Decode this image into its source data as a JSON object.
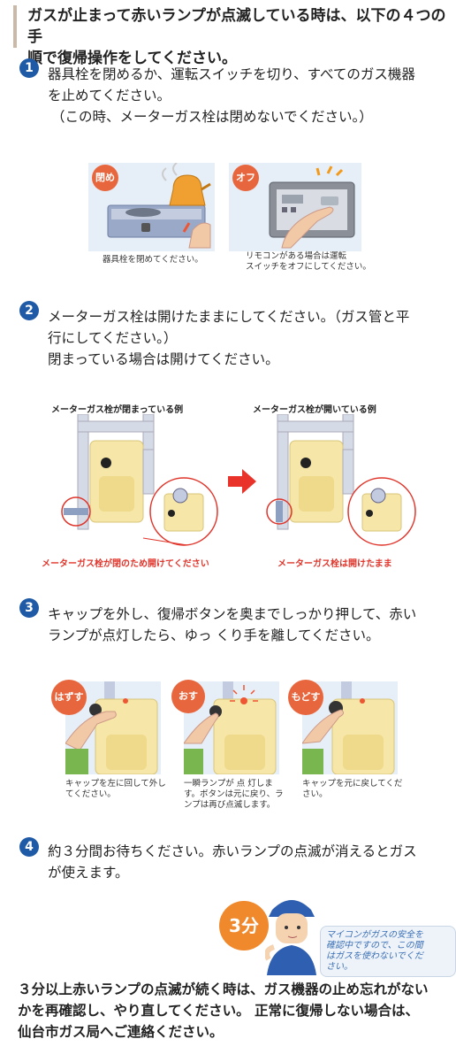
{
  "heading": [
    "ガスが止まって赤いランプが点滅している時は、以下の４つの手",
    "順で復帰操作をしてください。"
  ],
  "steps": [
    {
      "num": "1",
      "lines": [
        "器具栓を閉めるか、運転スイッチを切り、すべてのガス機器",
        "を止めてください。",
        "（この時、メーターガス栓は閉めないでください。）"
      ]
    },
    {
      "num": "2",
      "lines": [
        "メーターガス栓は開けたままにしてください。（ガス管と平",
        "行にしてください。）",
        "閉まっている場合は開けてください。"
      ]
    },
    {
      "num": "3",
      "lines": [
        "キャップを外し、復帰ボタンを奥までしっかり押して、赤い",
        "ランプが点灯したら、ゆっ くり手を離してください。"
      ]
    },
    {
      "num": "4",
      "lines": [
        "約３分間お待ちください。赤いランプの点滅が消えるとガス",
        "が使えます。"
      ]
    }
  ],
  "step1_illus": {
    "left_tag": "閉め",
    "left_caption": "器具栓を閉めてください。",
    "right_tag": "オフ",
    "right_caption": [
      "リモコンがある場合は運転",
      "スイッチをオフにしてください。"
    ]
  },
  "step2_illus": {
    "left_title": "メーターガス栓が閉まっている例",
    "right_title": "メーターガス栓が開いている例",
    "left_red": "メーターガス栓が閉のため開けてください",
    "right_red": "メーターガス栓は開けたまま"
  },
  "step3_illus": [
    {
      "tag": "はずす",
      "caption": [
        "キャップを左に回して外し",
        "てください。"
      ]
    },
    {
      "tag": "おす",
      "caption": [
        "一瞬ランプが 点 灯しま",
        "す。ボタンは元に戻り、ラ",
        "ンプは再び点滅します。"
      ]
    },
    {
      "tag": "もどす",
      "caption": [
        "キャップを元に戻してくだ",
        "さい。"
      ]
    }
  ],
  "step4_illus": {
    "badge": "3分",
    "bubble": [
      "マイコンがガスの安全を",
      "確認中ですので、この間",
      "はガスを使わないでくだ",
      "さい。"
    ]
  },
  "footer": [
    "３分以上赤いランプの点滅が続く時は、ガス機器の止め忘れがない",
    "かを再確認し、やり直してください。 正常に復帰しない場合は、",
    "仙台市ガス局へご連絡ください。"
  ],
  "colors": {
    "step_badge": "#1f5aa6",
    "tag": "#e8663d",
    "warning_red": "#e0352b",
    "arrow_red": "#e8322a"
  }
}
